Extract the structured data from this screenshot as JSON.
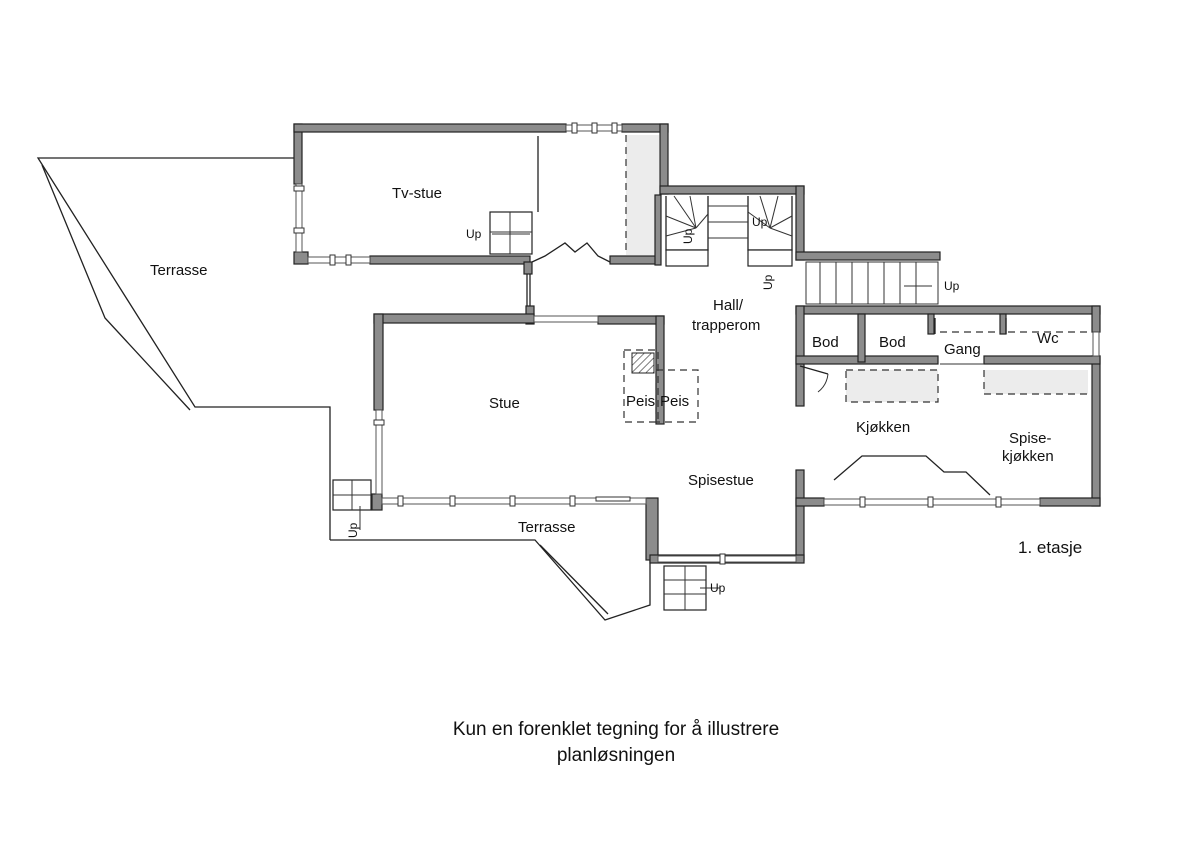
{
  "rooms": {
    "terrasse_west": "Terrasse",
    "tv_stue": "Tv-stue",
    "hall_line1": "Hall/",
    "hall_line2": "trapperom",
    "stue": "Stue",
    "peis_left": "Peis",
    "peis_right": "Peis",
    "spisestue": "Spisestue",
    "terrasse_south": "Terrasse",
    "bod_1": "Bod",
    "bod_2": "Bod",
    "gang": "Gang",
    "wc": "Wc",
    "kjokken": "Kjøkken",
    "spisekjokken_line1": "Spise-",
    "spisekjokken_line2": "kjøkken"
  },
  "stair_labels": {
    "tv_stue_up": "Up",
    "hall_stair_left_up": "Up",
    "hall_stair_right_up": "Up",
    "hall_stair_bottom_up": "Up",
    "outdoor_stair_up": "Up",
    "terrasse_stair_up": "Up",
    "entrance_stair_up": "Up"
  },
  "floor_label": "1. etasje",
  "caption": {
    "line1": "Kun en forenklet tegning for å illustrere",
    "line2": "planløsningen"
  }
}
